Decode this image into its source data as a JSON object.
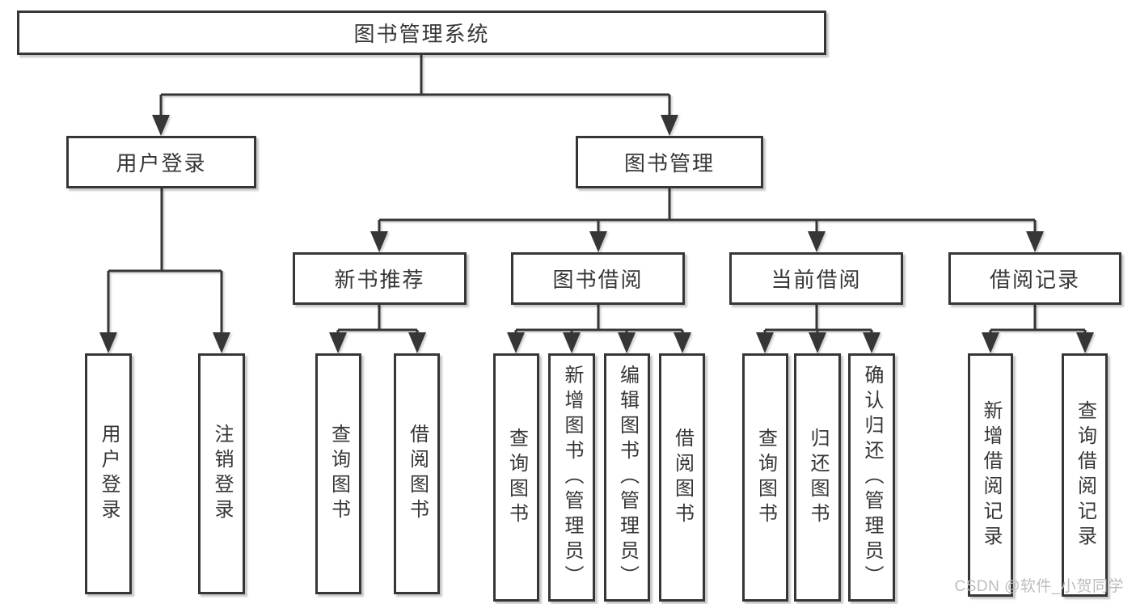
{
  "diagram": {
    "root": "图书管理系统",
    "user_branch": {
      "label": "用户登录",
      "children": [
        "用户登录",
        "注销登录"
      ]
    },
    "book_branch": {
      "label": "图书管理",
      "groups": [
        {
          "label": "新书推荐",
          "children": [
            "查询图书",
            "借阅图书"
          ]
        },
        {
          "label": "图书借阅",
          "children": [
            "查询图书",
            "新增图书（管理员）",
            "编辑图书（管理员）",
            "借阅图书"
          ]
        },
        {
          "label": "当前借阅",
          "children": [
            "查询图书",
            "归还图书",
            "确认归还（管理员）"
          ]
        },
        {
          "label": "借阅记录",
          "children": [
            "新增借阅记录",
            "查询借阅记录"
          ]
        }
      ]
    },
    "colors": {
      "line": "#363636",
      "text": "#363636",
      "box_background": "#ffffff",
      "page_background": "#ffffff"
    }
  },
  "watermark": {
    "text": "CSDN @软件_小贺同学",
    "color": "#bdbdbd"
  }
}
